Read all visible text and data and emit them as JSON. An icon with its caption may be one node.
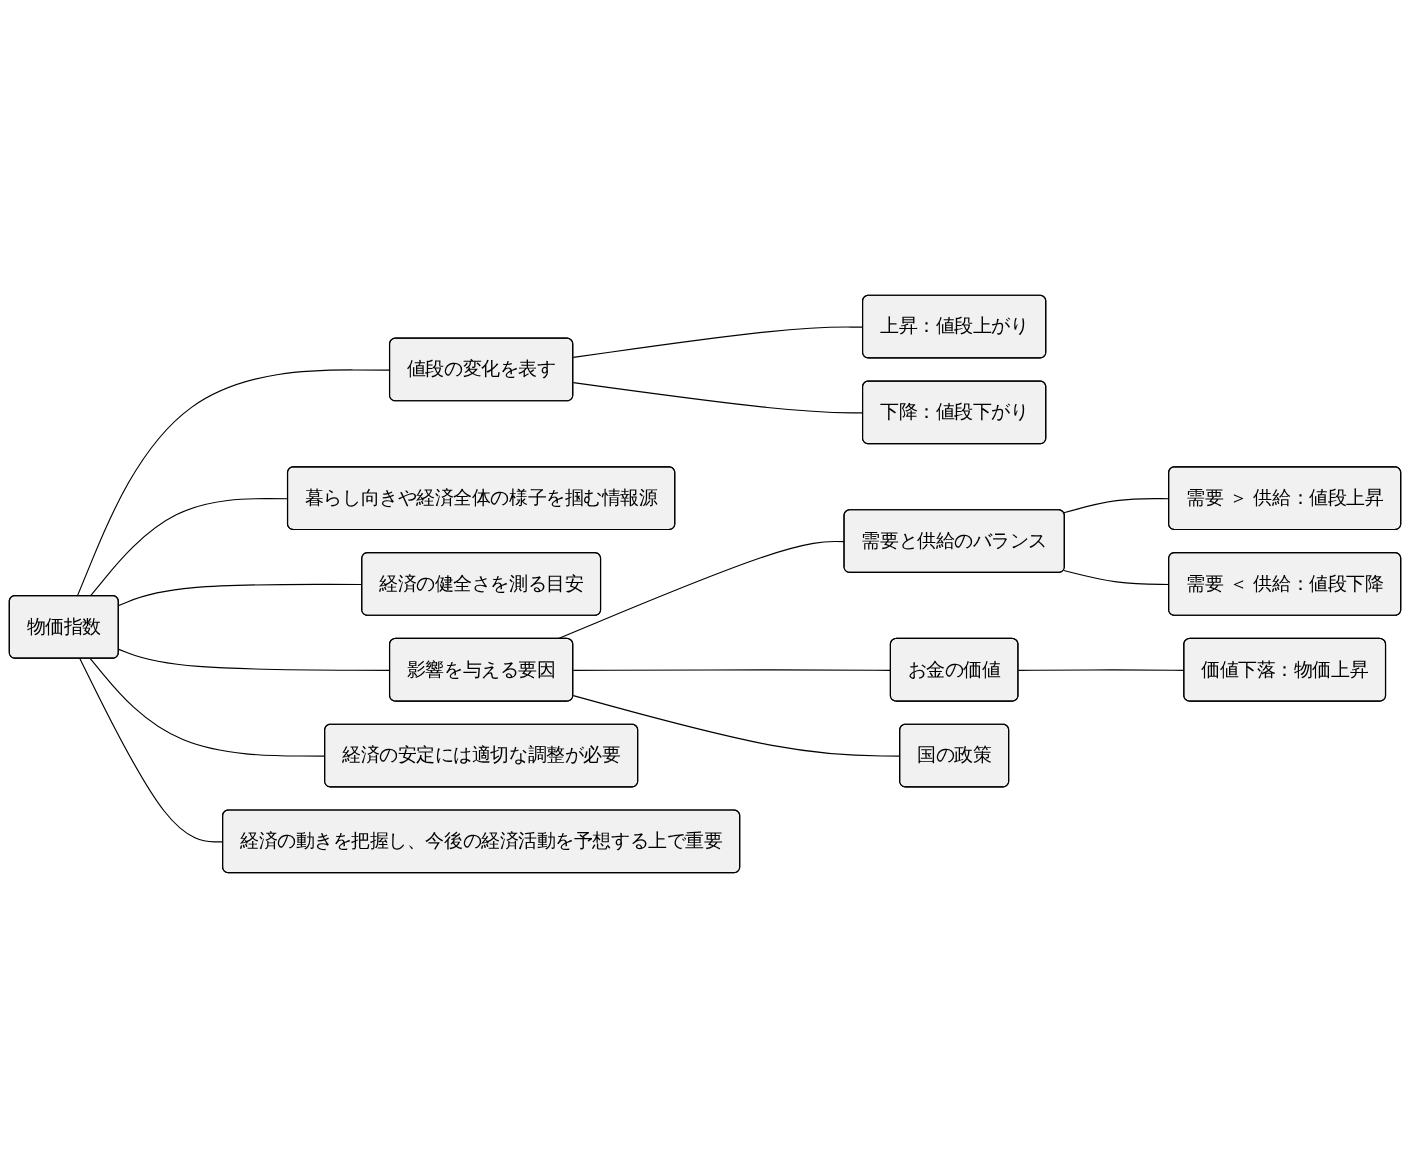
{
  "diagram": {
    "nodes": [
      {
        "text": [
          "物価指数"
        ]
      },
      {
        "text": [
          "値段の変化を表す"
        ]
      },
      {
        "text": [
          "上昇：値段上がり"
        ]
      },
      {
        "text": [
          "下降：値段下がり"
        ]
      },
      {
        "text": [
          "暮らし向きや経済全体の様子を掴む情報源"
        ]
      },
      {
        "text": [
          "経済の健全さを測る目安"
        ]
      },
      {
        "text": [
          "影響を与える要因"
        ]
      },
      {
        "text": [
          "需要と供給のバランス"
        ]
      },
      {
        "text": [
          "需要 ＞ 供給：値段上昇"
        ]
      },
      {
        "text": [
          "需要 ＜ 供給：値段下降"
        ]
      },
      {
        "text": [
          "お金の価値"
        ]
      },
      {
        "text": [
          "価値下落：物価上昇"
        ]
      },
      {
        "text": [
          "国の政策"
        ]
      },
      {
        "text": [
          "経済の安定には適切な調整が必要"
        ]
      },
      {
        "text": [
          "経済の動きを把握し、今後の経済活動を予想する上で重要"
        ]
      }
    ],
    "edges": [
      {
        "from": 0,
        "to": 1,
        "arrow": "none"
      },
      {
        "from": 1,
        "to": 2,
        "arrow": "none"
      },
      {
        "from": 1,
        "to": 3,
        "arrow": "none"
      },
      {
        "from": 0,
        "to": 4,
        "arrow": "none"
      },
      {
        "from": 0,
        "to": 5,
        "arrow": "none"
      },
      {
        "from": 0,
        "to": 6,
        "arrow": "none"
      },
      {
        "from": 6,
        "to": 7,
        "arrow": "none"
      },
      {
        "from": 7,
        "to": 8,
        "arrow": "none"
      },
      {
        "from": 7,
        "to": 9,
        "arrow": "none"
      },
      {
        "from": 6,
        "to": 10,
        "arrow": "none"
      },
      {
        "from": 10,
        "to": 11,
        "arrow": "none"
      },
      {
        "from": 6,
        "to": 12,
        "arrow": "none"
      },
      {
        "from": 0,
        "to": 13,
        "arrow": "none"
      },
      {
        "from": 0,
        "to": 14,
        "arrow": "none"
      }
    ]
  }
}
